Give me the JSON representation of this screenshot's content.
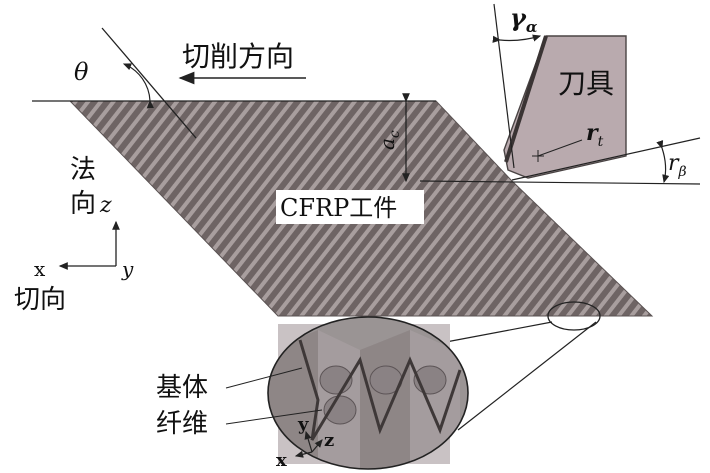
{
  "diagram": {
    "cutting_direction": "切削方向",
    "angle_theta": "θ",
    "normal_direction_line1": "法",
    "normal_direction_line2": "向",
    "normal_axis": "z",
    "tangent_axis_x": "x",
    "tangent_axis_y": "y",
    "tangent_direction": "切向",
    "cut_depth_symbol": "a",
    "cut_depth_subscript": "c",
    "workpiece": "CFRP工件",
    "tool": "刀具",
    "rake_angle_symbol": "γ",
    "rake_angle_subscript": "α",
    "edge_radius_symbol": "r",
    "edge_radius_subscript": "t",
    "clearance_symbol": "r",
    "clearance_subscript": "β",
    "matrix": "基体",
    "fiber": "纤维",
    "inset_axis_x": "x",
    "inset_axis_y": "y",
    "inset_axis_z": "z"
  },
  "colors": {
    "fiber_stripe_dark": "#6e6464",
    "fiber_stripe_light": "#a89e9e",
    "tool_fill": "#b9aaae",
    "tool_edge": "#4a4444",
    "inset_bg": "#9a9494",
    "inset_fiber": "#8c8686",
    "line": "#222222"
  }
}
